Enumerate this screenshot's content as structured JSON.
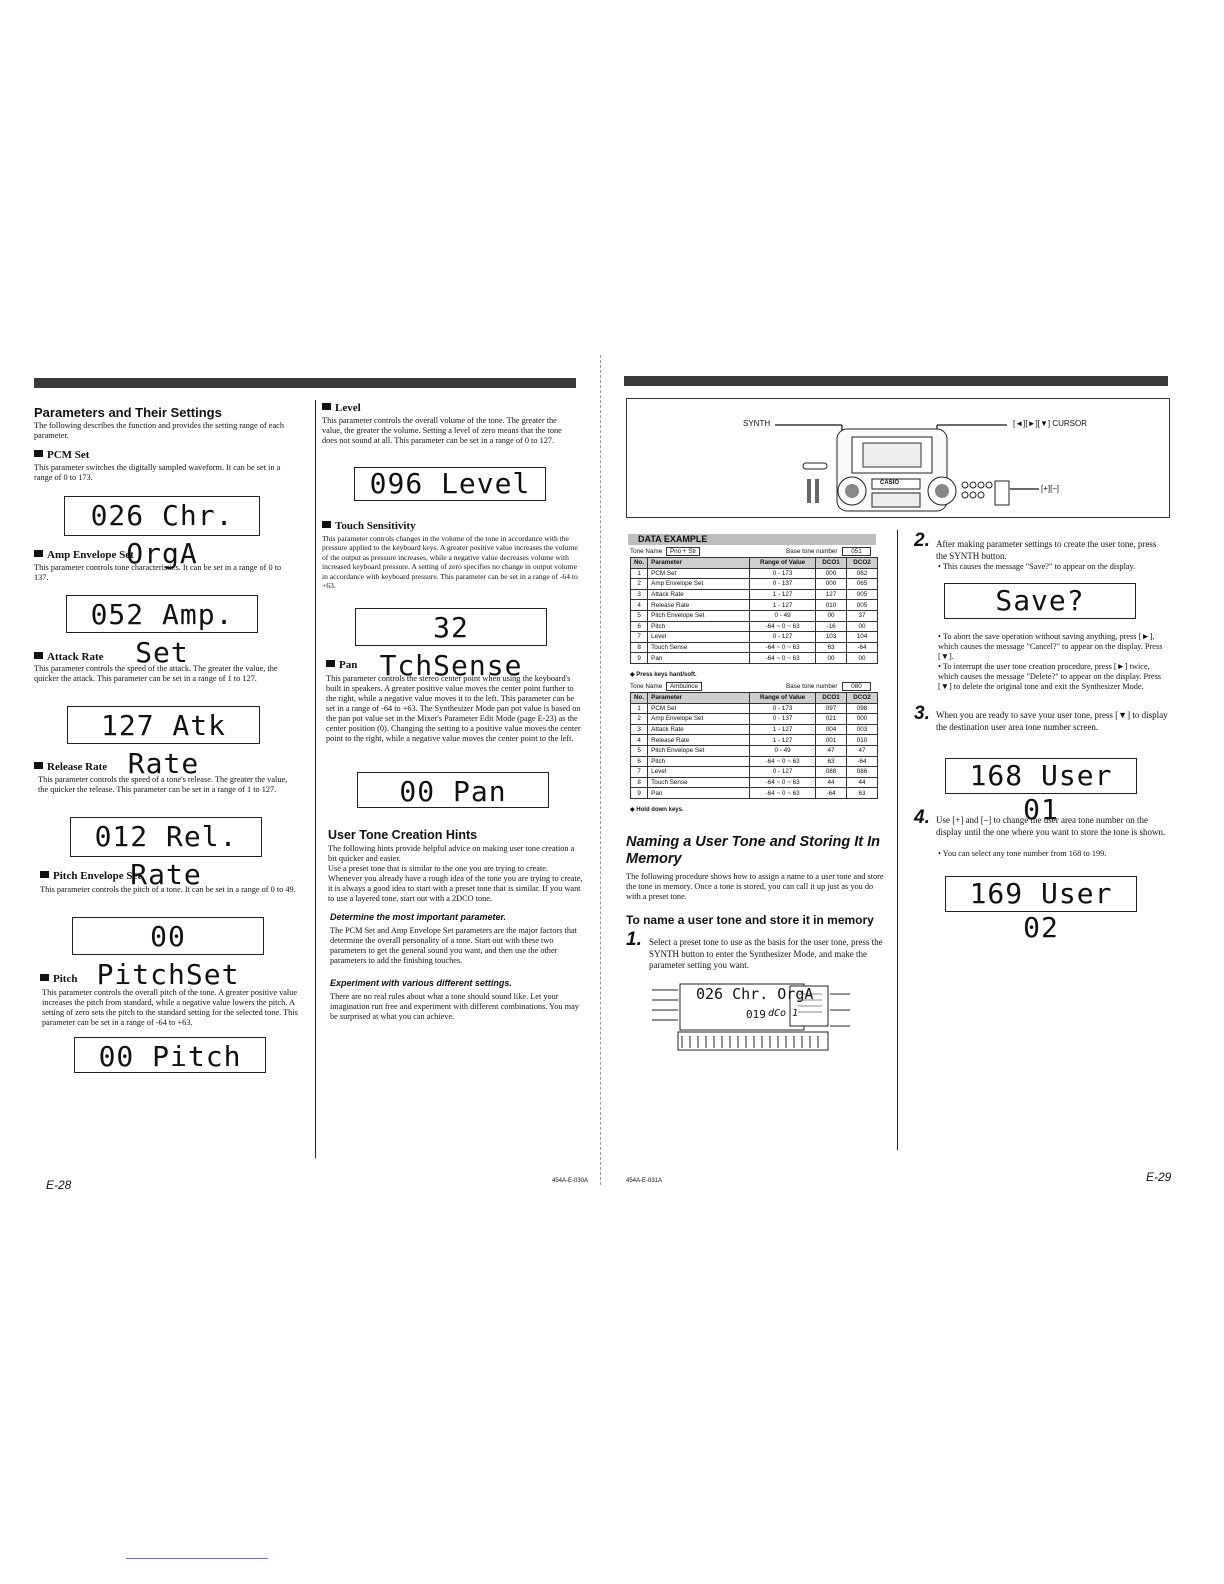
{
  "left": {
    "section_title": "Parameters and Their Settings",
    "intro": "The following describes the function and provides the setting range of each parameter.",
    "params": [
      {
        "name": "PCM Set",
        "desc": "This parameter switches the digitally sampled waveform. It can be set in a range of 0 to 173.",
        "lcd": "026 Chr. OrgA"
      },
      {
        "name": "Amp Envelope Set",
        "desc": "This parameter controls tone characteristics. It can be set in a range of 0 to 137.",
        "lcd": "052 Amp. Set"
      },
      {
        "name": "Attack Rate",
        "desc": "This parameter controls the speed of the attack. The greater the value, the quicker the attack. This parameter can be set in a range of 1 to 127.",
        "lcd": "127 Atk Rate"
      },
      {
        "name": "Release Rate",
        "desc": "This parameter controls the speed of a tone's release. The greater the value, the quicker the release. This parameter can be set in a range of 1 to 127.",
        "lcd": "012 Rel. Rate"
      },
      {
        "name": "Pitch Envelope Set",
        "desc": "This parameter controls the pitch of a tone. It can be set in a range of 0 to 49.",
        "lcd": "00 PitchSet"
      },
      {
        "name": "Pitch",
        "desc": "This parameter controls the overall pitch of the tone. A greater positive value increases the pitch from standard, while a negative value lowers the pitch. A setting of zero sets the pitch to the standard setting for the selected tone. This parameter can be set in a range of -64 to +63.",
        "lcd": "00 Pitch"
      }
    ],
    "params_col2": [
      {
        "name": "Level",
        "desc": "This parameter controls the overall volume of the tone. The greater the value, the greater the volume. Setting a level of zero means that the tone does not sound at all. This parameter can be set in a range of 0 to 127.",
        "lcd": "096 Level"
      },
      {
        "name": "Touch Sensitivity",
        "desc": "This parameter controls changes in the volume of the tone in accordance with the pressure applied to the keyboard keys. A greater positive value increases the volume of the output as pressure increases, while a negative value decreases volume with increased keyboard pressure. A setting of zero specifies no change in output volume in accordance with keyboard pressure. This parameter can be set in a range of -64 to +63.",
        "lcd": "32 TchSense"
      },
      {
        "name": "Pan",
        "desc": "This parameter controls the stereo center point when using the keyboard's built in speakers. A greater positive value moves the center point further to the right, while a negative value moves it to the left. This parameter can be set in a range of -64 to +63. The Synthesizer Mode pan pot value is based on the pan pot value set in the Mixer's Parameter Edit Mode (page E-23) as the center position (0). Changing the setting to a positive value moves the center point to the right, while a negative value moves the center point to the left.",
        "lcd": "00 Pan"
      }
    ],
    "hints_title": "User Tone Creation Hints",
    "hints_intro": "The following hints provide helpful advice on making user tone creation a bit quicker and easier.",
    "hints_body": "Use a preset tone that is similar to the one you are trying to create. Whenever you already have a rough idea of the tone you are trying to create, it is always a good idea to start with a preset tone that is similar. If you want to use a layered tone, start out with a 2DCO tone.",
    "hint1_title": "Determine the most important parameter.",
    "hint1_body": "The PCM Set and Amp Envelope Set parameters are the major factors that determine the overall personality of a tone. Start out with these two parameters to get the general sound you want, and then use the other parameters to add the finishing touches.",
    "hint2_title": "Experiment with various different settings.",
    "hint2_body": "There are no real rules about what a tone should sound like. Let your imagination run free and experiment with different combinations. You may be surprised at what you can achieve.",
    "page_num": "E-28",
    "code": "454A-E-030A"
  },
  "right": {
    "synth_label": "SYNTH",
    "cursor_label": "[◄][►][▼] CURSOR",
    "plusminus_label": "[+][–]",
    "brand": "CASIO",
    "data_example_title": "DATA EXAMPLE",
    "table_headers": [
      "No.",
      "Parameter",
      "Range of Value",
      "DCO1",
      "DCO2"
    ],
    "table1": {
      "tone_name_label": "Tone Name",
      "tone_name": "Pno + Str",
      "base_label": "Base tone number",
      "base": "051",
      "rows": [
        [
          "1",
          "PCM Set",
          "0 - 173",
          "000",
          "062"
        ],
        [
          "2",
          "Amp Envelope Set",
          "0 - 137",
          "000",
          "065"
        ],
        [
          "3",
          "Attack Rate",
          "1 - 127",
          "127",
          "005"
        ],
        [
          "4",
          "Release Rate",
          "1 - 127",
          "010",
          "005"
        ],
        [
          "5",
          "Pitch Envelope Set",
          "0 - 49",
          "00",
          "37"
        ],
        [
          "6",
          "Pitch",
          "-64 ~ 0 ~ 63",
          "-16",
          "00"
        ],
        [
          "7",
          "Level",
          "0 - 127",
          "103",
          "104"
        ],
        [
          "8",
          "Touch Sense",
          "-64 ~ 0 ~ 63",
          "63",
          "-64"
        ],
        [
          "9",
          "Pan",
          "-64 ~ 0 ~ 63",
          "00",
          "00"
        ]
      ],
      "note": "◆ Press keys hard/soft."
    },
    "table2": {
      "tone_name_label": "Tone Name",
      "tone_name": "Ambulnce",
      "base_label": "Base tone number",
      "base": "080",
      "rows": [
        [
          "1",
          "PCM Set",
          "0 - 173",
          "097",
          "098"
        ],
        [
          "2",
          "Amp Envelope Set",
          "0 - 137",
          "021",
          "000"
        ],
        [
          "3",
          "Attack Rate",
          "1 - 127",
          "004",
          "003"
        ],
        [
          "4",
          "Release Rate",
          "1 - 127",
          "001",
          "010"
        ],
        [
          "5",
          "Pitch Envelope Set",
          "0 - 49",
          "47",
          "47"
        ],
        [
          "6",
          "Pitch",
          "-64 ~ 0 ~ 63",
          "63",
          "-64"
        ],
        [
          "7",
          "Level",
          "0 - 127",
          "088",
          "086"
        ],
        [
          "8",
          "Touch Sense",
          "-64 ~ 0 ~ 63",
          "44",
          "44"
        ],
        [
          "9",
          "Pan",
          "-64 ~ 0 ~ 63",
          "-64",
          "63"
        ]
      ],
      "note": "◆ Hold down keys."
    },
    "naming_title": "Naming a User Tone and Storing It In Memory",
    "naming_intro": "The following procedure shows how to assign a name to a user tone and store the tone in memory. Once a tone is stored, you can call it up just as you do with a preset tone.",
    "to_name_title": "To name a user tone and store it in memory",
    "step1": "Select a preset tone to use as the basis for the user tone, press the SYNTH button to enter the Synthesizer Mode, and make the parameter setting you want.",
    "step1_lcd_top": "026 Chr. OrgA",
    "step1_lcd_bottom": "019",
    "step1_lcd_suffix": "dCo 1",
    "step2": "After making parameter settings to create the user tone, press the SYNTH button.",
    "step2_b1": "This causes the message \"Save?\" to appear on the display.",
    "step2_lcd": "Save?",
    "step2_b2": "To abort the save operation without saving anything, press [►], which causes the message \"Cancel?\" to appear on the display. Press [▼].",
    "step2_b3": "To interrupt the user tone creation procedure, press [►] twice, which causes the message \"Delete?\" to appear on the display. Press [▼] to delete the original tone and exit the Synthesizer Mode.",
    "step3": "When you are ready to save your user tone, press [▼] to display the destination user area tone number screen.",
    "step3_lcd": "168 User 01",
    "step4": "Use [+] and [–] to change the user area tone number on the display until the one where you want to store the tone is shown.",
    "step4_b1": "You can select any tone number from 168 to 199.",
    "step4_lcd": "169 User 02",
    "page_num": "E-29",
    "code": "454A-E-031A"
  }
}
